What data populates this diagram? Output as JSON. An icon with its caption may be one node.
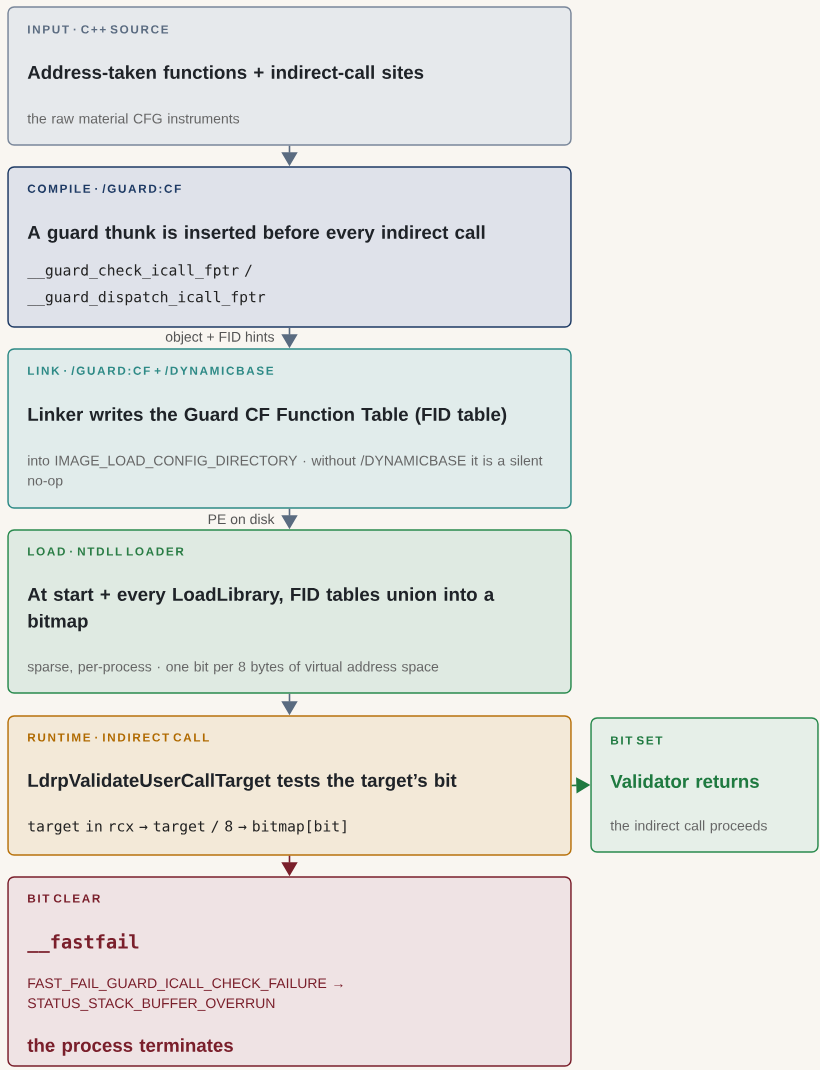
{
  "diagram": {
    "nodes": [
      {
        "text": [
          "INPUT · C++ SOURCE",
          "Address-taken functions + indirect-call sites",
          "the raw material CFG instruments"
        ]
      },
      {
        "text": [
          "COMPILE · /GUARD:CF",
          "A guard thunk is inserted before every indirect call",
          "__guard_check_icall_fptr / __guard_dispatch_icall_fptr"
        ]
      },
      {
        "text": [
          "LINK · /GUARD:CF + /DYNAMICBASE",
          "Linker writes the Guard CF Function Table (FID table)",
          "into IMAGE_LOAD_CONFIG_DIRECTORY · without /DYNAMICBASE it is a silent no-op"
        ]
      },
      {
        "text": [
          "LOAD · NTDLL LOADER",
          "At start + every LoadLibrary, FID tables union into a bitmap",
          "sparse, per-process · one bit per 8 bytes of virtual address space"
        ]
      },
      {
        "text": [
          "RUNTIME · INDIRECT CALL",
          "LdrpValidateUserCallTarget tests the target’s bit",
          "target in rcx → target / 8 → bitmap[bit]"
        ]
      },
      {
        "text": [
          "BIT SET",
          "Validator returns",
          "the indirect call proceeds"
        ]
      },
      {
        "text": [
          "BIT CLEAR",
          "__fastfail",
          "FAST_FAIL_GUARD_ICALL_CHECK_FAILURE → STATUS_STACK_BUFFER_OVERRUN",
          "the process terminates"
        ]
      }
    ],
    "edges": [
      {
        "from": 0,
        "to": 1,
        "arrow": "to"
      },
      {
        "from": 1,
        "to": 2,
        "arrow": "to",
        "label": "object + FID hints"
      },
      {
        "from": 2,
        "to": 3,
        "arrow": "to",
        "label": "PE on disk"
      },
      {
        "from": 3,
        "to": 4,
        "arrow": "to"
      },
      {
        "from": 4,
        "to": 5,
        "arrow": "to",
        "color": "#1f7a40"
      },
      {
        "from": 4,
        "to": 6,
        "arrow": "to",
        "color": "#7a1f2b"
      }
    ]
  }
}
